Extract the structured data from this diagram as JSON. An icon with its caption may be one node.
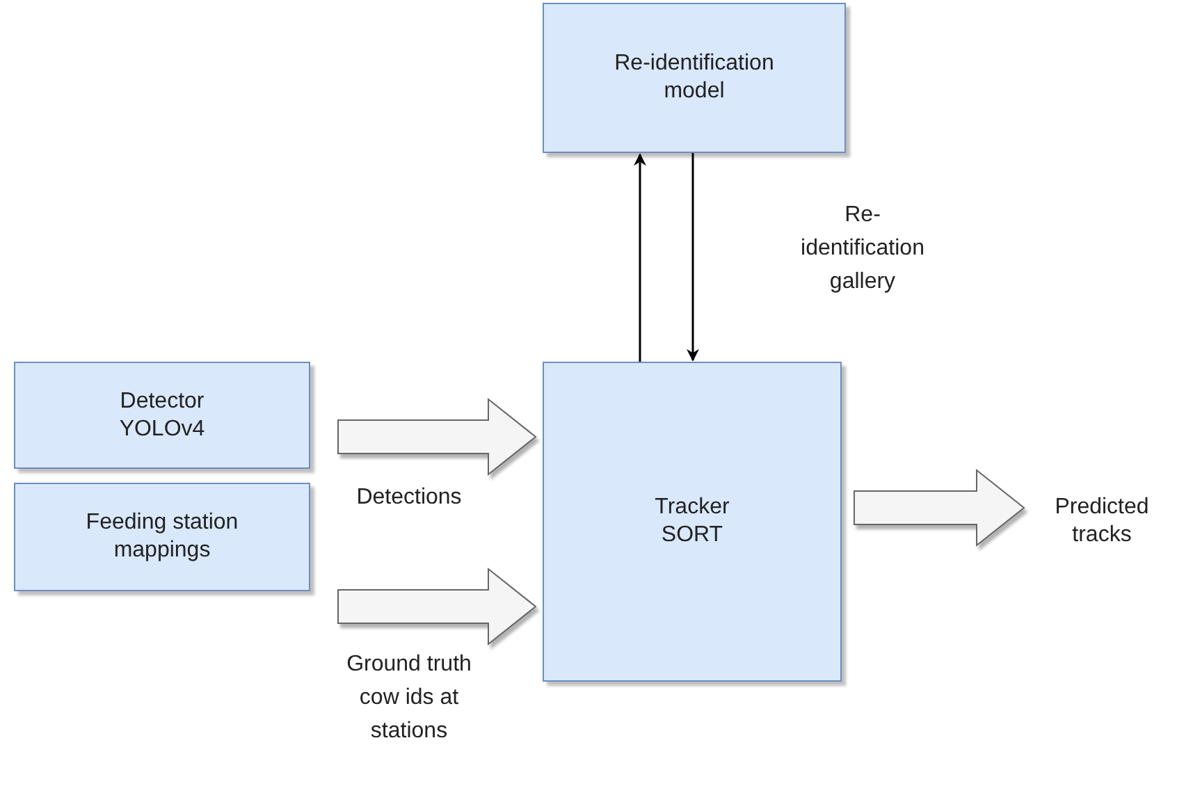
{
  "diagram": {
    "nodes": [
      {
        "text": [
          "Re-identification model"
        ]
      },
      {
        "text": [
          "Detector YOLOv4"
        ]
      },
      {
        "text": [
          "Feeding station mappings"
        ]
      },
      {
        "text": [
          "Tracker SORT"
        ]
      },
      {
        "text": [
          "Predicted tracks"
        ]
      }
    ],
    "edges": [
      {
        "from": 3,
        "to": 0,
        "arrow": "to"
      },
      {
        "from": 0,
        "to": 3,
        "arrow": "to",
        "label": "Re-identification gallery"
      },
      {
        "from": 1,
        "to": 3,
        "arrow": "to",
        "style": "thick",
        "label": "Detections"
      },
      {
        "from": 2,
        "to": 3,
        "arrow": "to",
        "style": "thick",
        "label": "Ground truth cow ids at stations"
      },
      {
        "from": 3,
        "to": 4,
        "arrow": "to",
        "style": "thick"
      }
    ]
  }
}
